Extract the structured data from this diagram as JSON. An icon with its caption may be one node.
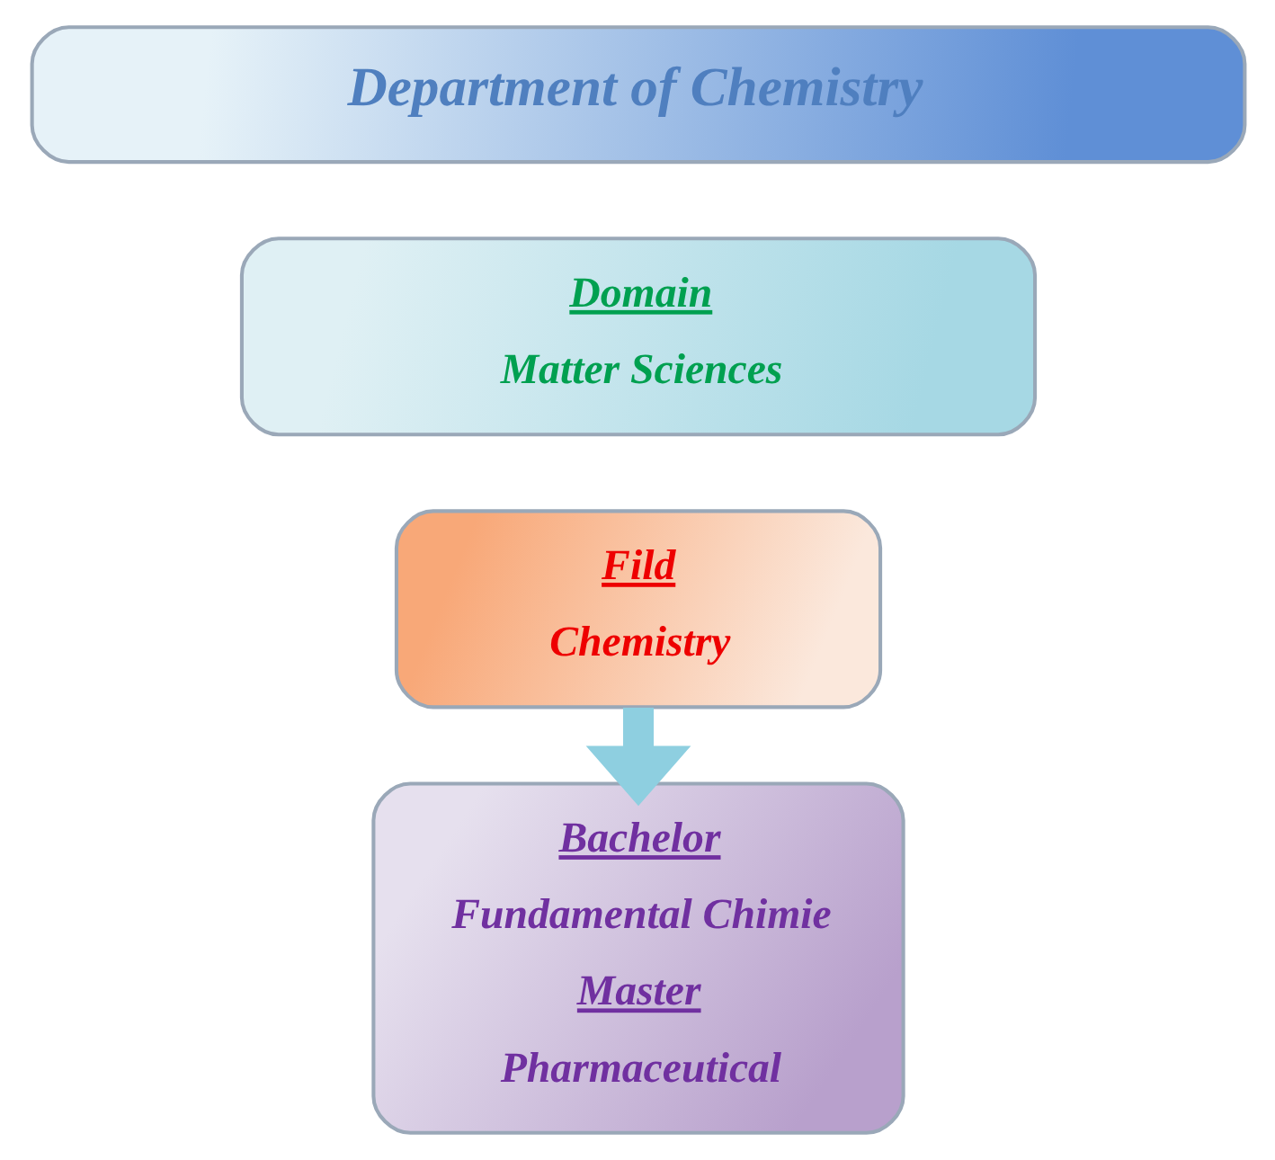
{
  "diagram": {
    "nodes": [
      {
        "text": [
          "Department of Chemistry"
        ]
      },
      {
        "text": [
          "Domain",
          "Matter Sciences"
        ]
      },
      {
        "text": [
          "Fild",
          "Chemistry"
        ]
      },
      {
        "text": [
          "Bachelor",
          "Fundamental Chimie",
          "Master",
          "Pharmaceutical"
        ]
      }
    ],
    "edges": [
      {
        "from": 2,
        "to": 3,
        "arrow": "to"
      }
    ]
  }
}
